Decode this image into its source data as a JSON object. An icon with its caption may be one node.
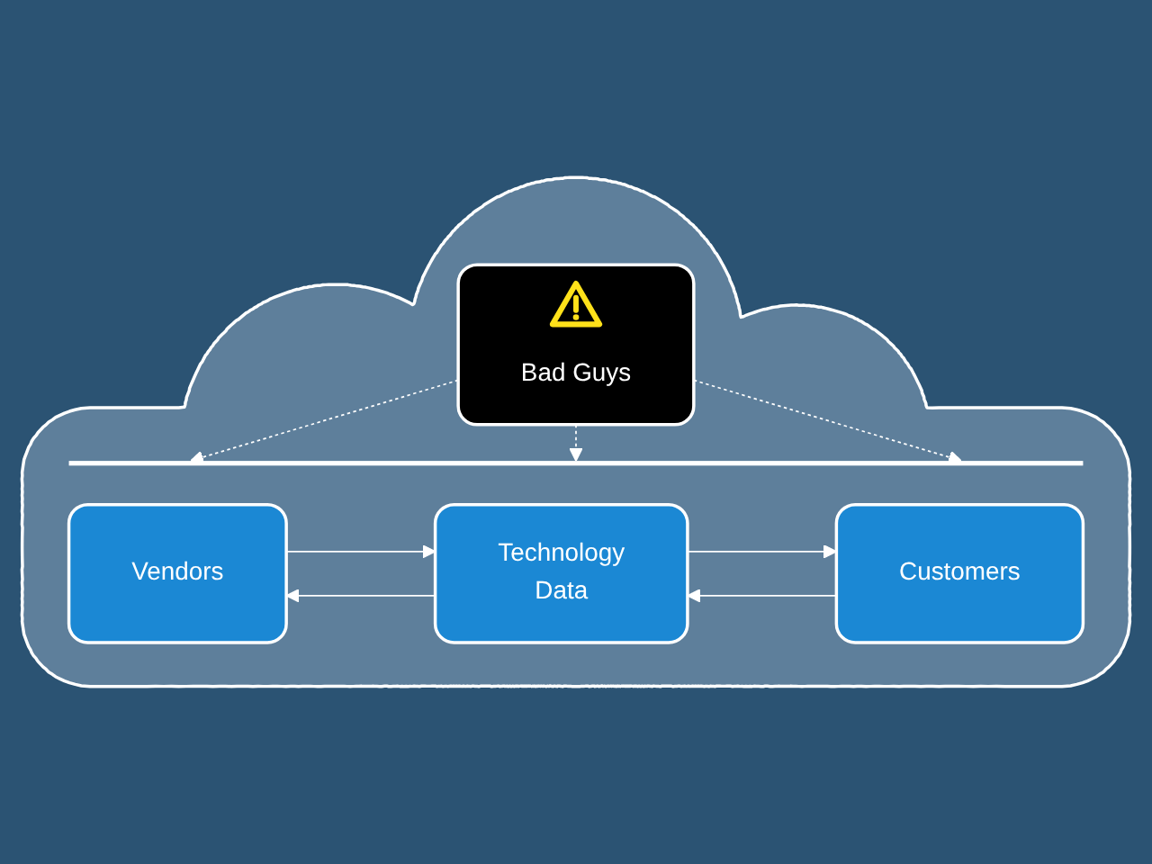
{
  "diagram": {
    "nodes": [
      {
        "text": [],
        "shape": "cloud"
      },
      {
        "text": [
          "Bad Guys"
        ],
        "in": 0
      },
      {
        "text": [],
        "shape": "bar",
        "in": 0
      },
      {
        "text": [
          "Vendors"
        ],
        "in": 0
      },
      {
        "text": [
          "Technology",
          "Data"
        ],
        "in": 0
      },
      {
        "text": [
          "Customers"
        ],
        "in": 0
      }
    ],
    "edges": [
      {
        "from": 1,
        "to": 2,
        "arrow": "to",
        "style": "dashed"
      },
      {
        "from": 1,
        "to": 2,
        "arrow": "to",
        "style": "dashed"
      },
      {
        "from": 1,
        "to": 2,
        "arrow": "to",
        "style": "dashed"
      },
      {
        "from": 3,
        "to": 4,
        "arrow": "to"
      },
      {
        "from": 4,
        "to": 3,
        "arrow": "to"
      },
      {
        "from": 4,
        "to": 5,
        "arrow": "to"
      },
      {
        "from": 5,
        "to": 4,
        "arrow": "to"
      }
    ]
  }
}
